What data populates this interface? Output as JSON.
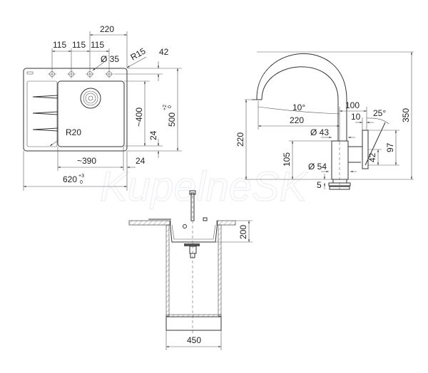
{
  "watermark": "KupelneSK",
  "top_view": {
    "dim_faucet_offset": "220",
    "dim_hole_spacing": [
      "115",
      "115",
      "115"
    ],
    "dim_hole_diameter": "Ø 35",
    "dim_corner_radius": "R15",
    "dim_hole_edge": "42",
    "dim_bowl_depth": "~400",
    "dim_bottom_edge": "24",
    "dim_total_depth": "500",
    "dim_total_depth_tol_upper": "+2",
    "dim_total_depth_tol_lower": "0",
    "dim_bowl_radius": "R20",
    "dim_bowl_width": "~390",
    "dim_right_edge": "24",
    "dim_total_width": "620",
    "dim_total_width_tol_upper": "+3",
    "dim_total_width_tol_lower": "0"
  },
  "faucet_view": {
    "dim_angle_spout": "10°",
    "dim_reach": "220",
    "dim_spout_height": "220",
    "dim_total_height": "350",
    "dim_lever_offset": "100",
    "dim_lever_gap": "10",
    "dim_lever_angle": "25°",
    "dim_body_diameter": "Ø 43",
    "dim_body_height": "105",
    "dim_lever_height": "97",
    "dim_lever_lower": "42",
    "dim_base_diameter": "Ø 54",
    "dim_base_thickness": "5"
  },
  "section_view": {
    "dim_sink_depth": "200",
    "dim_cabinet_width": "450"
  }
}
